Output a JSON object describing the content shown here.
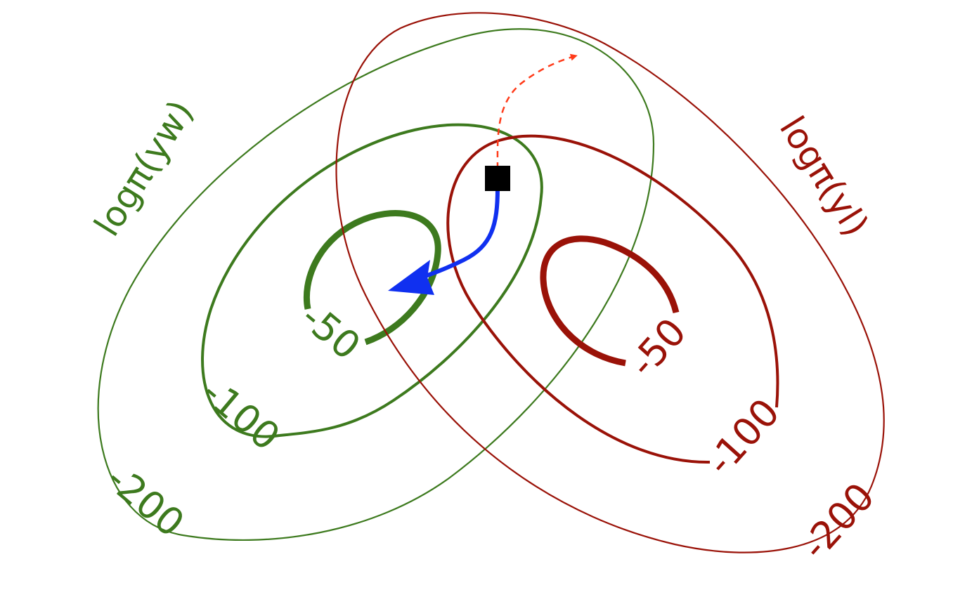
{
  "colors": {
    "green": "#3d7a1e",
    "red": "#9a1208",
    "blue": "#1030f0",
    "dashed": "#ff3b1a",
    "marker": "#000000"
  },
  "titles": {
    "green": "logπ(yw)",
    "red": "logπ(yl)"
  },
  "green_contours": [
    {
      "level": "-200"
    },
    {
      "level": "-100"
    },
    {
      "level": "-50"
    }
  ],
  "red_contours": [
    {
      "level": "-200"
    },
    {
      "level": "-100"
    },
    {
      "level": "-50"
    }
  ],
  "icons": {
    "start_marker": "square-marker-icon",
    "gradient_arrow": "arrow-icon",
    "dashed_arrow": "dashed-arrow-icon"
  }
}
